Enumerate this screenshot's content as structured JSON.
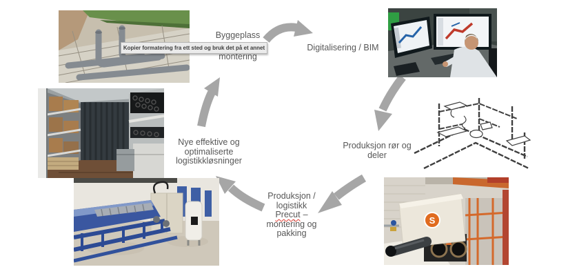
{
  "slide": {
    "background": "#ffffff"
  },
  "colors": {
    "arrow": "#a6a6a6",
    "label_text": "#575757",
    "tooltip_bg": "#ebebeb",
    "tooltip_border": "#b5b5b5",
    "tooltip_text": "#3c3c3c",
    "spellcheck_underline": "#e0392e"
  },
  "tooltip": {
    "text": "Kopier formatering fra ett sted og bruk det på et annet"
  },
  "labels": {
    "byggeplass": {
      "line1": "Byggeplass",
      "line2": "montering"
    },
    "digitalisering": {
      "text": "Digitalisering / BIM"
    },
    "produksjon_ror": {
      "line1": "Produksjon rør og",
      "line2": "deler"
    },
    "precut": {
      "line1": "Produksjon /",
      "line2": "logistikk",
      "line3_word": "Precut",
      "line3_rest": "–",
      "line4": "montering og",
      "line5": "pakking"
    },
    "logistikk": {
      "line1": "Nye effektive og",
      "line2": "optimaliserte",
      "line3": "logistikkløsninger"
    }
  },
  "photos": {
    "byggeplass": {
      "description": "Construction site: grey plastic pipes over rebar foundation, grass and sand"
    },
    "bim": {
      "description": "Operator in white shirt at dual monitors showing pipe CAD drawings in dark control room"
    },
    "isometric": {
      "description": "Black-and-white isometric technical drawing of sanitary piping with sink, toilet and tub"
    },
    "pipe_machine": {
      "description": "Factory pipe machine, cream cabinet with orange S logo, black pipe, orange cage"
    },
    "container": {
      "description": "Shipping container interior: cardboard boxes on shelves left, black pipes racked right"
    },
    "precut_line": {
      "description": "Blue precut production line machine on concrete factory floor"
    }
  },
  "machine_logo": {
    "letter": "S"
  }
}
